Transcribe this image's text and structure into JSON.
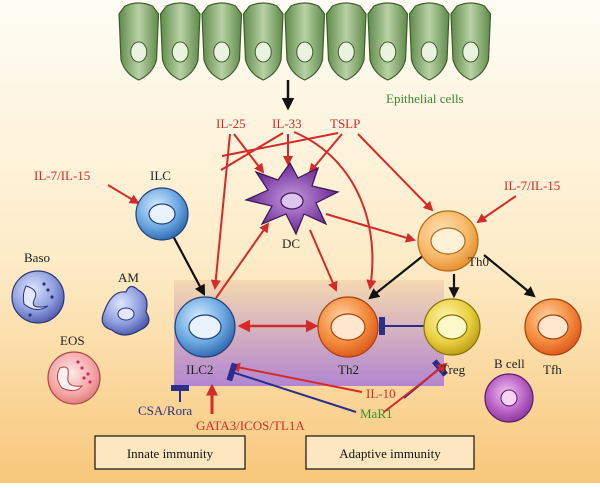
{
  "labels": {
    "epithelial": "Epithelial cells",
    "il25": "IL-25",
    "il33": "IL-33",
    "tslp": "TSLP",
    "il7_left": "IL-7/IL-15",
    "il7_right": "IL-7/IL-15",
    "ilc": "ILC",
    "dc": "DC",
    "th0": "Th0",
    "baso": "Baso",
    "am": "AM",
    "eos": "EOS",
    "ilc2": "ILC2",
    "th2": "Th2",
    "treg": "Treg",
    "tfh": "Tfh",
    "bcell": "B cell",
    "il10": "IL-10",
    "mar1": "MaR1",
    "csa": "CSA/Rora",
    "gata3": "GATA3/ICOS/TL1A",
    "innate": "Innate immunity",
    "adaptive": "Adaptive immunity"
  },
  "colors": {
    "red": "#d42a2a",
    "blue_text": "#2b2e8a",
    "green_text": "#3d8a2d",
    "epithelium": "#7a9d63",
    "bg_top": "#fefcf4",
    "bg_bottom": "#f8c97a",
    "panel": "#b88ad0"
  }
}
